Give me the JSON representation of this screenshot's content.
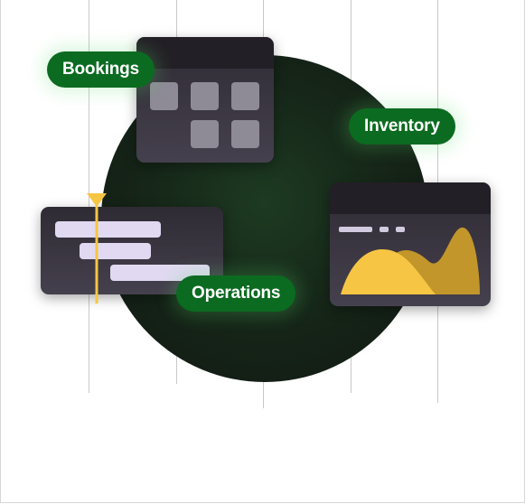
{
  "labels": {
    "bookings": "Bookings",
    "inventory": "Inventory",
    "operations": "Operations"
  },
  "icons": {
    "calendar_grid": "calendar-grid-icon",
    "gantt_timeline": "gantt-timeline-icon",
    "analytics_chart": "analytics-chart-icon"
  },
  "colors": {
    "pill_green": "#0b6b20",
    "circle_dark": "#152417",
    "card_dark": "#2f2b34",
    "accent_yellow": "#f6c543",
    "accent_gold": "#c2962a",
    "bar_lavender": "#e1d9f2"
  }
}
